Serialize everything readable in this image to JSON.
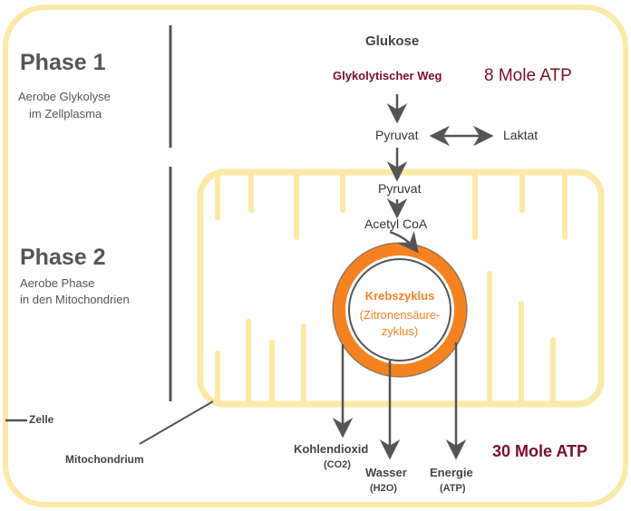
{
  "phase1": {
    "title": "Phase 1",
    "desc_line1": "Aerobe Glykolyse",
    "desc_line2": "im Zellplasma"
  },
  "phase2": {
    "title": "Phase 2",
    "desc_line1": "Aerobe Phase",
    "desc_line2": "in den Mitochondrien"
  },
  "labels": {
    "cell": "Zelle",
    "mitochondrium": "Mitochondrium",
    "glukose": "Glukose",
    "glykolytischer_weg": "Glykolytischer Weg",
    "atp_phase1": "8 Mole ATP",
    "pyruvat_1": "Pyruvat",
    "laktat": "Laktat",
    "pyruvat_2": "Pyruvat",
    "acetyl_coa": "Acetyl CoA",
    "krebszyklus": "Krebszyklus",
    "zitronensaeure_line1": "(Zitronensäure-",
    "zitronensaeure_line2": "zyklus)",
    "kohlendioxid": "Kohlendioxid",
    "co2": "(CO2)",
    "wasser": "Wasser",
    "h2o": "(H2O)",
    "energie": "Energie",
    "atp_paren": "(ATP)",
    "atp_phase2": "30 Mole ATP"
  },
  "colors": {
    "cell_border": "#fbe9a6",
    "mito_stripe": "#fbe9a6",
    "ring": "#f58220",
    "ring_text": "#f58220",
    "arrow": "#555555",
    "atp_text": "#7a0f2a"
  }
}
